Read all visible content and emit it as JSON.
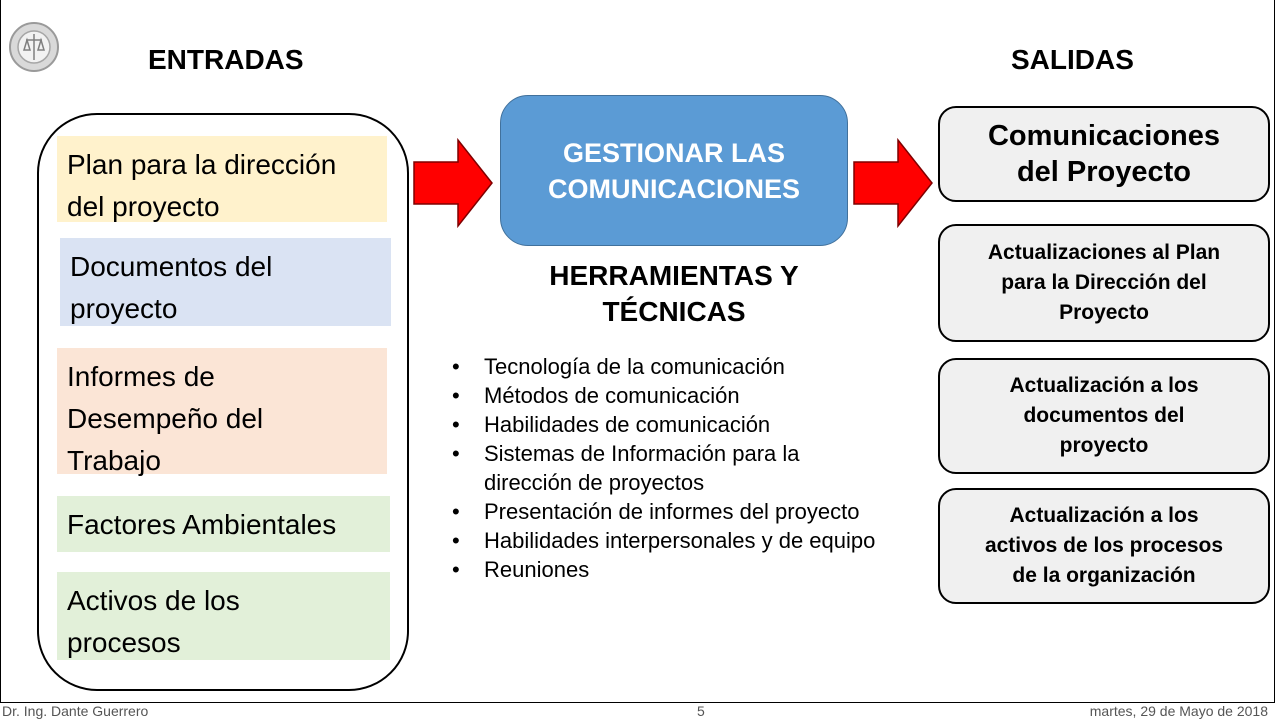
{
  "headings": {
    "inputs": "ENTRADAS",
    "outputs": "SALIDAS"
  },
  "inputs": [
    {
      "lines": [
        "Plan para la dirección",
        "del proyecto"
      ],
      "color": "#fff2cc"
    },
    {
      "lines": [
        "Documentos del",
        "proyecto"
      ],
      "color": "#dae3f3"
    },
    {
      "lines": [
        "Informes de",
        "Desempeño del",
        "Trabajo"
      ],
      "color": "#fbe5d6"
    },
    {
      "lines": [
        "Factores Ambientales"
      ],
      "color": "#e2f0d9"
    },
    {
      "lines": [
        "Activos de los",
        "procesos"
      ],
      "color": "#e2f0d9"
    }
  ],
  "process": {
    "lines": [
      "GESTIONAR LAS",
      "COMUNICACIONES"
    ],
    "color": "#5b9bd5"
  },
  "tools": {
    "title_lines": [
      "HERRAMIENTAS Y",
      "TÉCNICAS"
    ],
    "items": [
      "Tecnología de la comunicación",
      "Métodos de comunicación",
      "Habilidades de comunicación",
      "Sistemas de Información para la dirección de proyectos",
      "Presentación de informes del proyecto",
      "Habilidades interpersonales y de equipo",
      "Reuniones"
    ]
  },
  "outputs": [
    {
      "lines": [
        "Comunicaciones",
        "del Proyecto"
      ]
    },
    {
      "lines": [
        "Actualizaciones al Plan",
        "para la Dirección del",
        "Proyecto"
      ]
    },
    {
      "lines": [
        "Actualización a los",
        "documentos del",
        "proyecto"
      ]
    },
    {
      "lines": [
        "Actualización a los",
        "activos de los procesos",
        "de la organización"
      ]
    }
  ],
  "arrow_color": "#ff0000",
  "logo_icon": "university-seal-icon",
  "footer": {
    "author": "Dr. Ing. Dante Guerrero",
    "page": "5",
    "date": "martes, 29 de Mayo de 2018"
  }
}
